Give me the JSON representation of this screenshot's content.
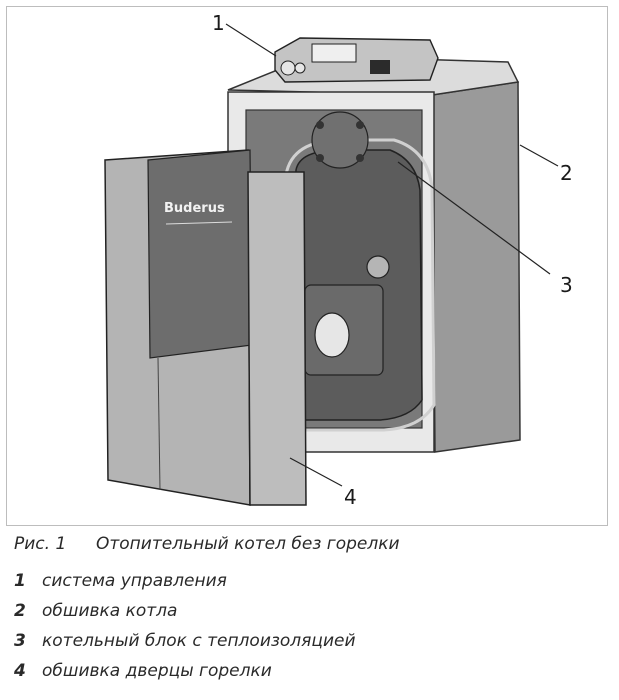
{
  "figure": {
    "brand_text": "Buderus",
    "callouts": [
      "1",
      "2",
      "3",
      "4"
    ]
  },
  "caption": {
    "label": "Рис. 1",
    "title": "Отопительный котел без горелки"
  },
  "legend": [
    {
      "num": "1",
      "text": "система управления"
    },
    {
      "num": "2",
      "text": "обшивка котла"
    },
    {
      "num": "3",
      "text": "котельный блок с теплоизоляцией"
    },
    {
      "num": "4",
      "text": "обшивка дверцы горелки"
    }
  ]
}
